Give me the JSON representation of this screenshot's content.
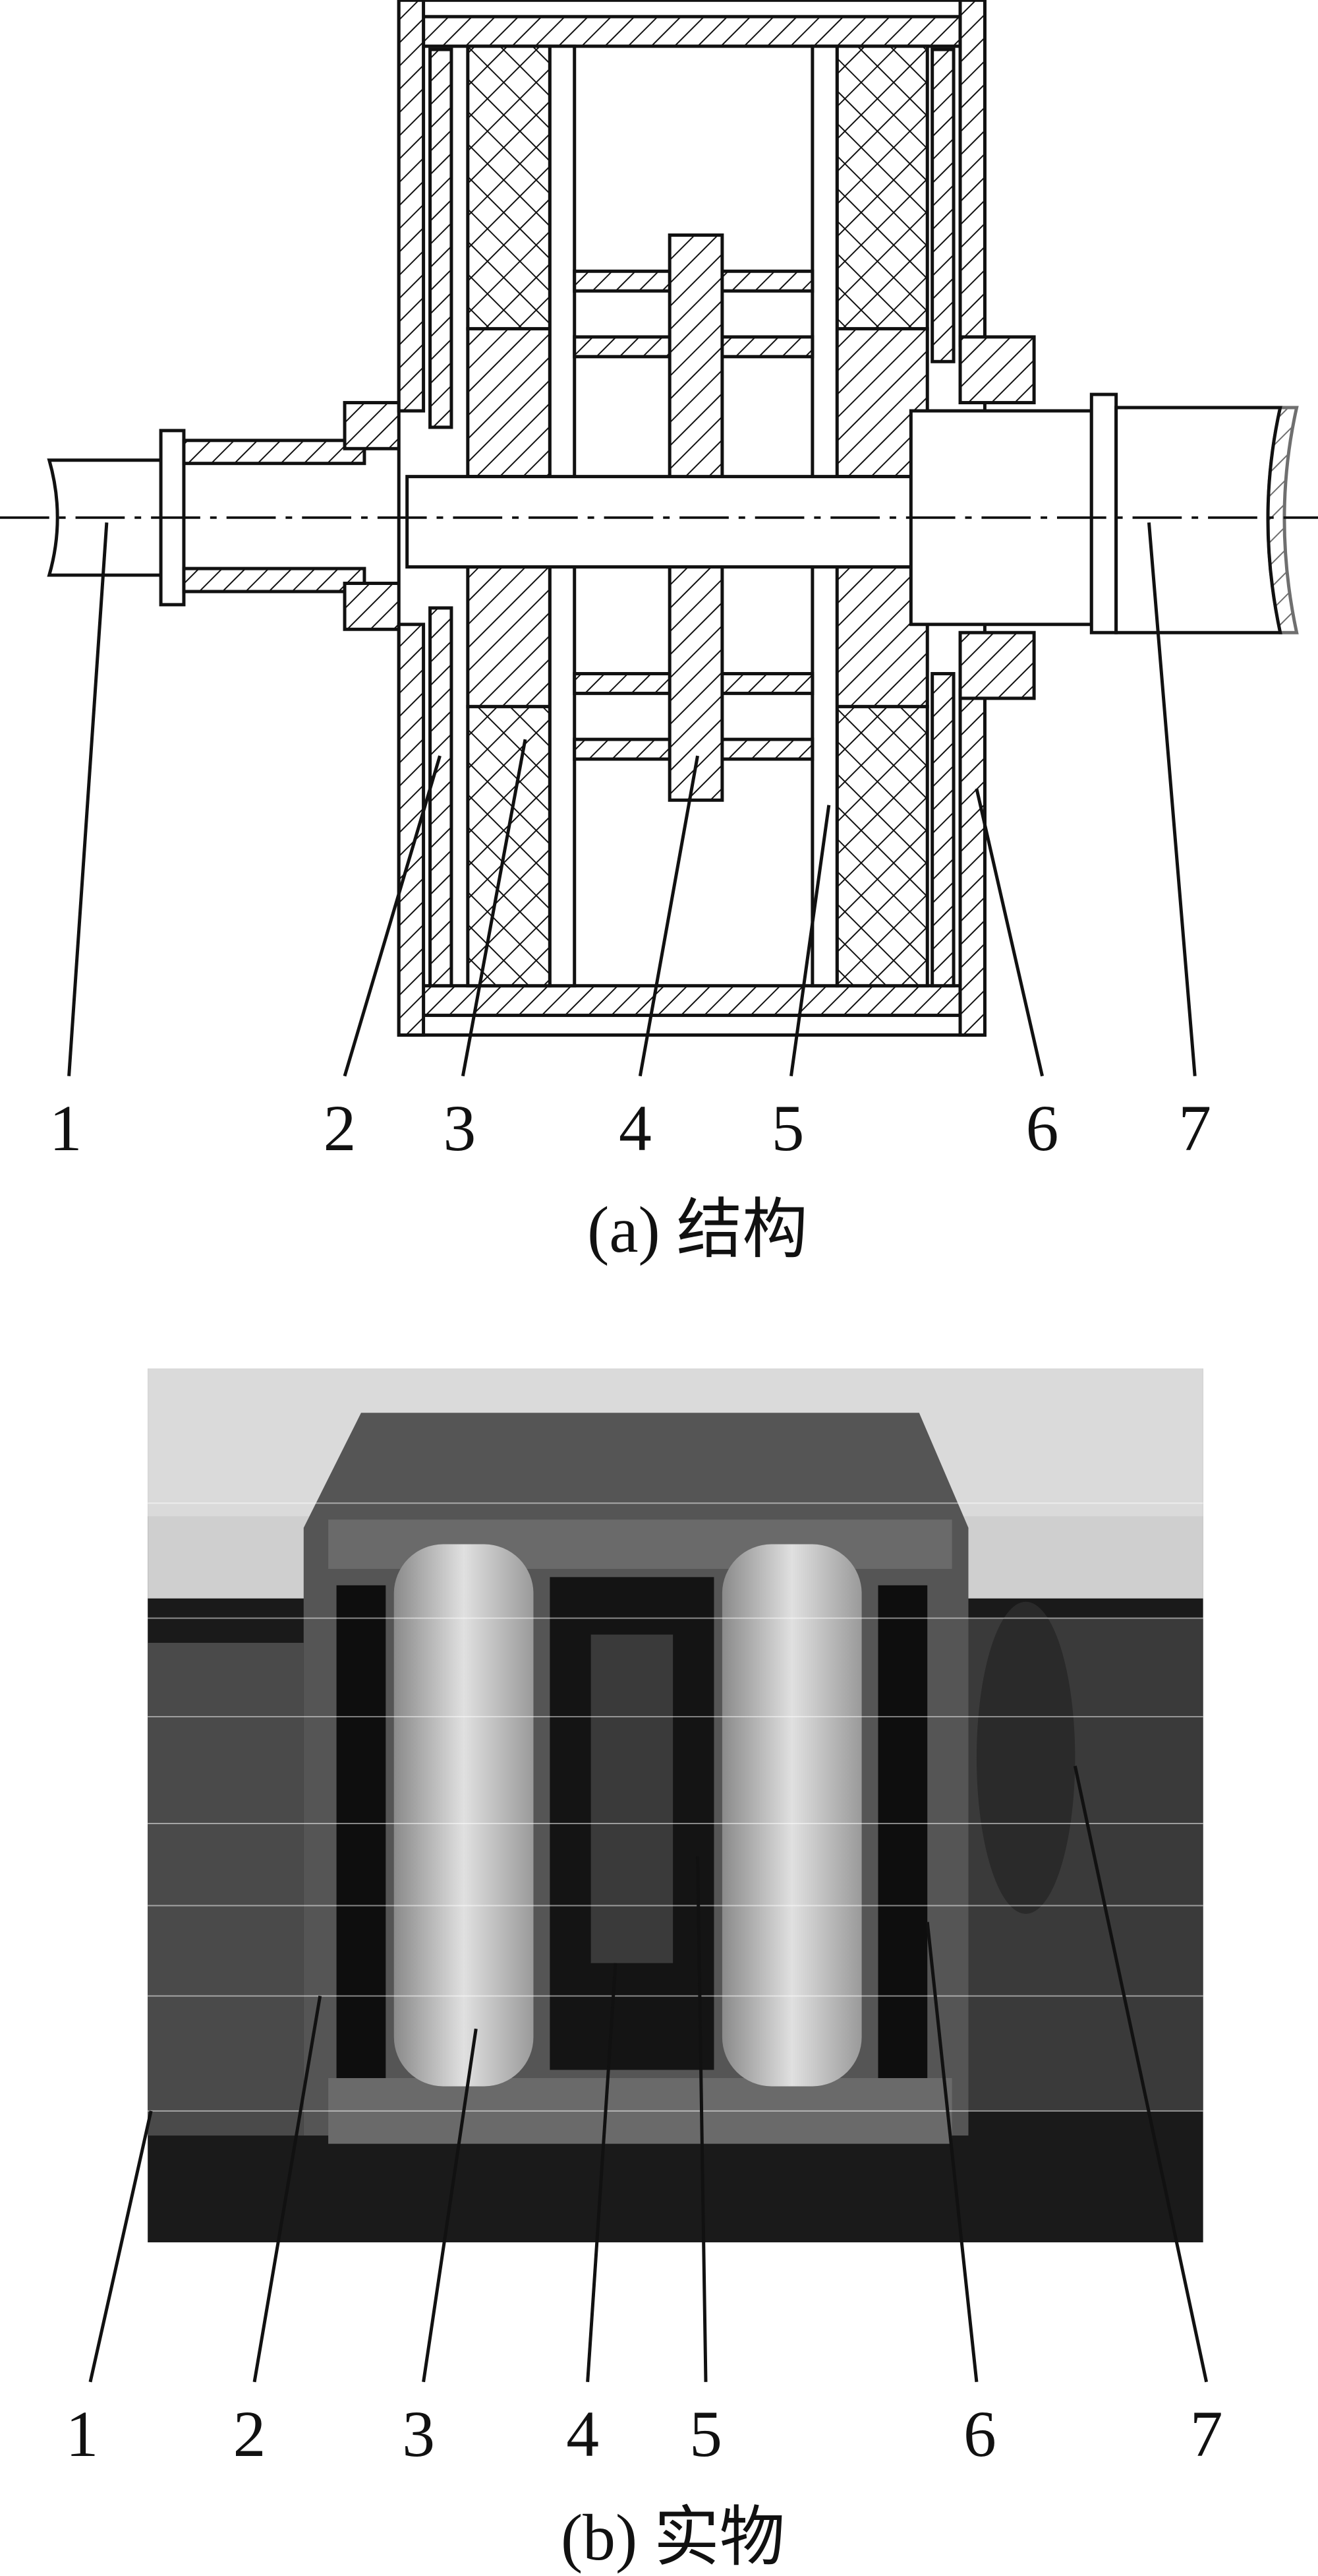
{
  "figure_a": {
    "caption": "(a) 结构",
    "labels": [
      "1",
      "2",
      "3",
      "4",
      "5",
      "6",
      "7"
    ]
  },
  "figure_b": {
    "caption": "(b) 实物",
    "labels": [
      "1",
      "2",
      "3",
      "4",
      "5",
      "6",
      "7"
    ]
  },
  "colors": {
    "line": "#111111",
    "photo_dark": "#1a1a1a",
    "photo_light": "#cfcfcf"
  }
}
